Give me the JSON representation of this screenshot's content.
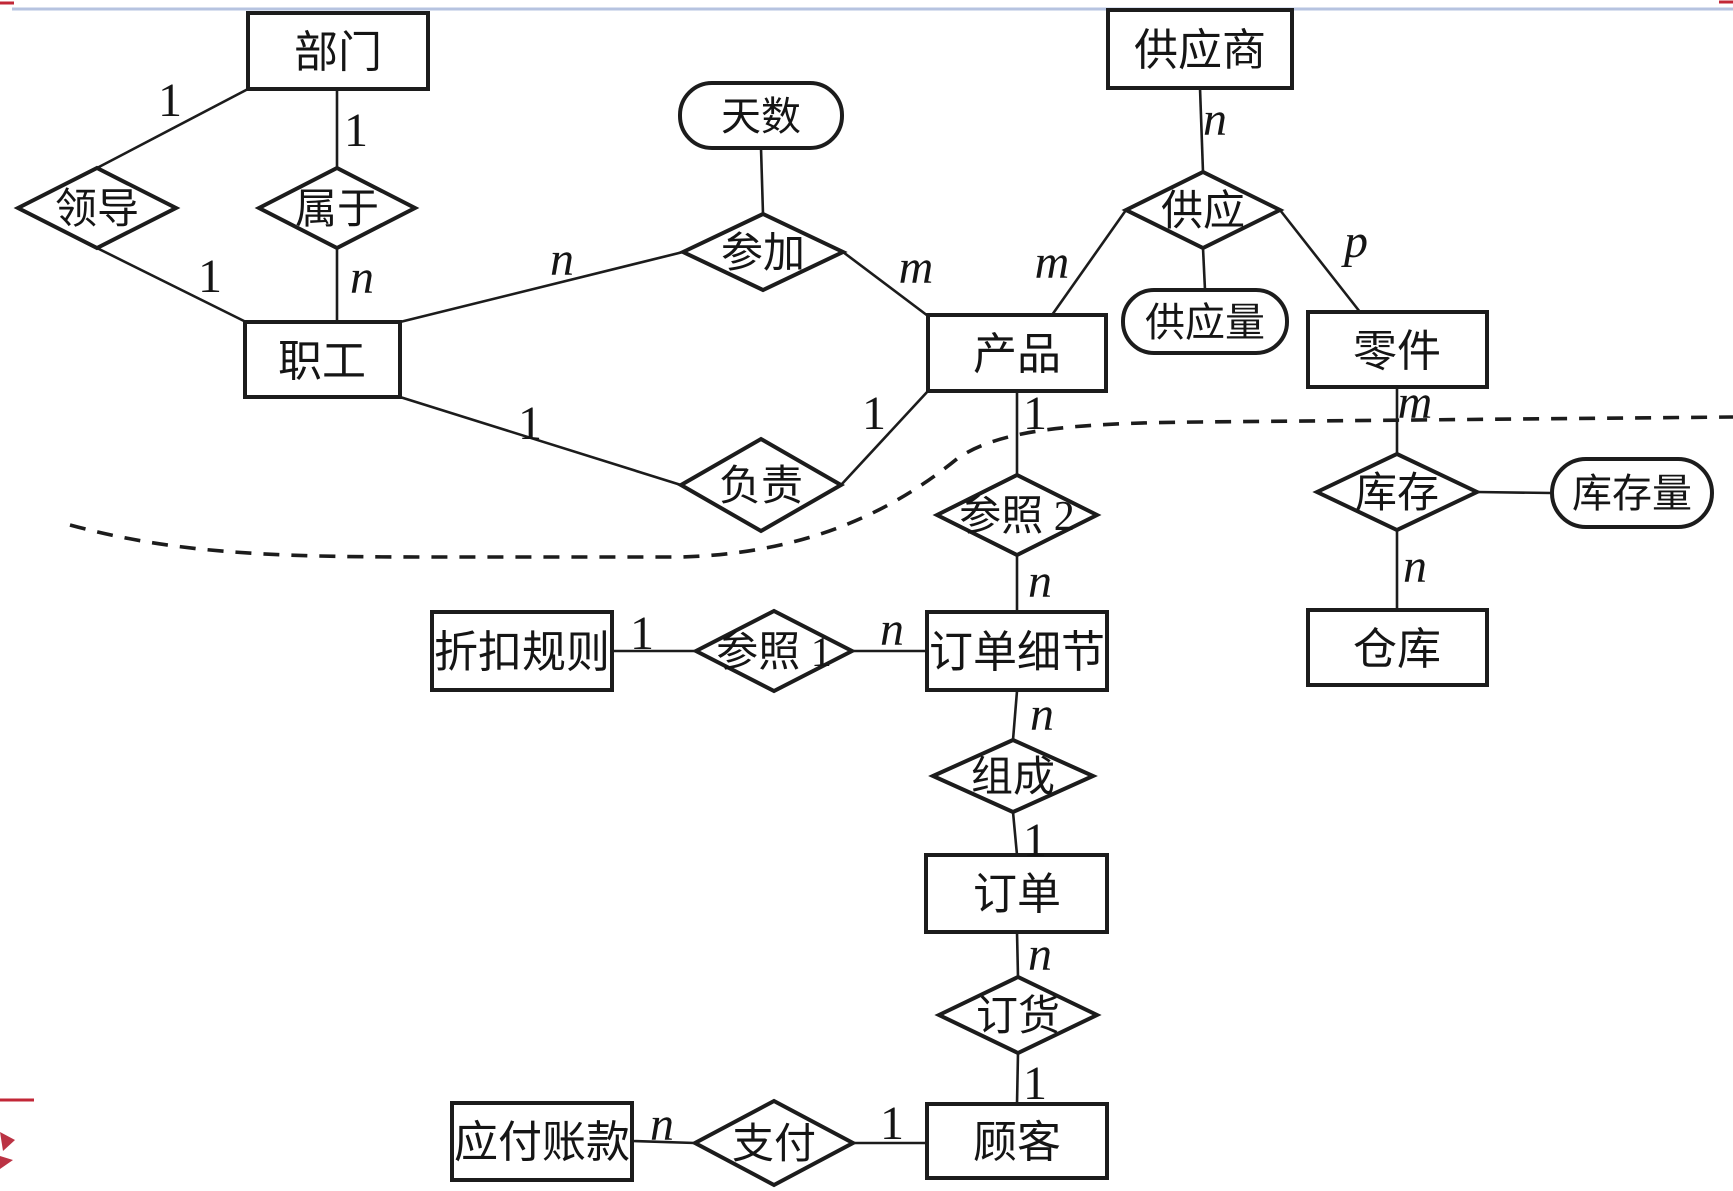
{
  "diagram": {
    "type": "entity-relationship-diagram",
    "language": "zh-CN",
    "nodes": {
      "department": {
        "label": "部门",
        "type": "entity"
      },
      "leads": {
        "label": "领导",
        "type": "relationship"
      },
      "belongs_to": {
        "label": "属于",
        "type": "relationship"
      },
      "employee": {
        "label": "职工",
        "type": "entity"
      },
      "days": {
        "label": "天数",
        "type": "attribute"
      },
      "participates": {
        "label": "参加",
        "type": "relationship"
      },
      "product": {
        "label": "产品",
        "type": "entity"
      },
      "supplier": {
        "label": "供应商",
        "type": "entity"
      },
      "supplies": {
        "label": "供应",
        "type": "relationship"
      },
      "supply_quantity": {
        "label": "供应量",
        "type": "attribute"
      },
      "part": {
        "label": "零件",
        "type": "entity"
      },
      "responsible": {
        "label": "负责",
        "type": "relationship"
      },
      "reference2": {
        "label": "参照 2",
        "type": "relationship"
      },
      "stock": {
        "label": "库存",
        "type": "relationship"
      },
      "stock_quantity": {
        "label": "库存量",
        "type": "attribute"
      },
      "warehouse": {
        "label": "仓库",
        "type": "entity"
      },
      "discount_rule": {
        "label": "折扣规则",
        "type": "entity"
      },
      "reference1": {
        "label": "参照 1",
        "type": "relationship"
      },
      "order_detail": {
        "label": "订单细节",
        "type": "entity"
      },
      "composes": {
        "label": "组成",
        "type": "relationship"
      },
      "order": {
        "label": "订单",
        "type": "entity"
      },
      "orders_goods": {
        "label": "订货",
        "type": "relationship"
      },
      "customer": {
        "label": "顾客",
        "type": "entity"
      },
      "accounts_payable": {
        "label": "应付账款",
        "type": "entity"
      },
      "pays": {
        "label": "支付",
        "type": "relationship"
      }
    },
    "cardinality_labels": [
      {
        "text": "1",
        "edge": "部门-领导"
      },
      {
        "text": "1",
        "edge": "部门-属于"
      },
      {
        "text": "1",
        "edge": "领导-职工"
      },
      {
        "text": "n",
        "edge": "属于-职工"
      },
      {
        "text": "n",
        "edge": "职工-参加"
      },
      {
        "text": "m",
        "edge": "参加-产品"
      },
      {
        "text": "n",
        "edge": "供应商-供应"
      },
      {
        "text": "m",
        "edge": "供应-产品"
      },
      {
        "text": "p",
        "edge": "供应-零件"
      },
      {
        "text": "1",
        "edge": "职工-负责"
      },
      {
        "text": "1",
        "edge": "负责-产品"
      },
      {
        "text": "1",
        "edge": "产品-参照 2"
      },
      {
        "text": "n",
        "edge": "参照 2-订单细节"
      },
      {
        "text": "m",
        "edge": "零件-库存"
      },
      {
        "text": "n",
        "edge": "库存-仓库"
      },
      {
        "text": "1",
        "edge": "折扣规则-参照 1"
      },
      {
        "text": "n",
        "edge": "参照 1-订单细节"
      },
      {
        "text": "n",
        "edge": "订单细节-组成"
      },
      {
        "text": "1",
        "edge": "组成-订单"
      },
      {
        "text": "n",
        "edge": "订单-订货"
      },
      {
        "text": "1",
        "edge": "订货-顾客"
      },
      {
        "text": "n",
        "edge": "应付账款-支付"
      },
      {
        "text": "1",
        "edge": "支付-顾客"
      }
    ],
    "connections": [
      {
        "from": "部门",
        "rel": "领导",
        "to": "职工",
        "from_card": "1",
        "to_card": "1"
      },
      {
        "from": "部门",
        "rel": "属于",
        "to": "职工",
        "from_card": "1",
        "to_card": "n"
      },
      {
        "from": "职工",
        "rel": "参加",
        "to": "产品",
        "from_card": "n",
        "to_card": "m",
        "rel_attr": "天数"
      },
      {
        "from": "职工",
        "rel": "负责",
        "to": "产品",
        "from_card": "1",
        "to_card": "1"
      },
      {
        "from": "供应商",
        "rel": "供应",
        "to": "产品",
        "third": "零件",
        "from_card": "n",
        "to_card": "m",
        "third_card": "p",
        "rel_attr": "供应量"
      },
      {
        "from": "产品",
        "rel": "参照 2",
        "to": "订单细节",
        "from_card": "1",
        "to_card": "n"
      },
      {
        "from": "折扣规则",
        "rel": "参照 1",
        "to": "订单细节",
        "from_card": "1",
        "to_card": "n"
      },
      {
        "from": "订单细节",
        "rel": "组成",
        "to": "订单",
        "from_card": "n",
        "to_card": "1"
      },
      {
        "from": "订单",
        "rel": "订货",
        "to": "顾客",
        "from_card": "n",
        "to_card": "1"
      },
      {
        "from": "应付账款",
        "rel": "支付",
        "to": "顾客",
        "from_card": "n",
        "to_card": "1"
      },
      {
        "from": "零件",
        "rel": "库存",
        "to": "仓库",
        "from_card": "m",
        "to_card": "n",
        "rel_attr": "库存量"
      }
    ]
  }
}
